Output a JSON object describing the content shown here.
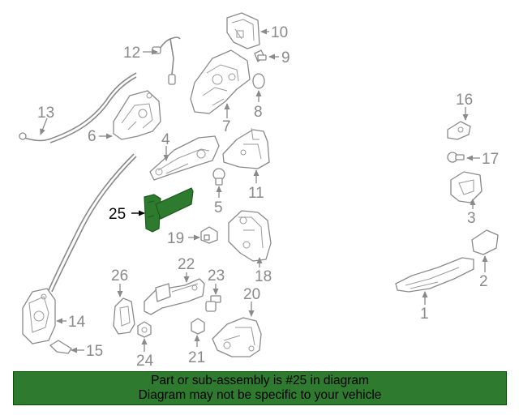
{
  "colors": {
    "highlight": "#2e7a2e",
    "banner_bg": "#2e7a2e",
    "line": "#8a8a8a",
    "callout_highlight": "#000000"
  },
  "callouts": {
    "c1": "1",
    "c2": "2",
    "c3": "3",
    "c4": "4",
    "c5": "5",
    "c6": "6",
    "c7": "7",
    "c8": "8",
    "c9": "9",
    "c10": "10",
    "c11": "11",
    "c12": "12",
    "c13": "13",
    "c14": "14",
    "c15": "15",
    "c16": "16",
    "c17": "17",
    "c18": "18",
    "c19": "19",
    "c20": "20",
    "c21": "21",
    "c22": "22",
    "c23": "23",
    "c24": "24",
    "c25": "25",
    "c26": "26"
  },
  "highlighted_part": "25",
  "banner": {
    "line1": "Part or sub-assembly is #25 in diagram",
    "line2": "Diagram may not be specific to your vehicle"
  }
}
